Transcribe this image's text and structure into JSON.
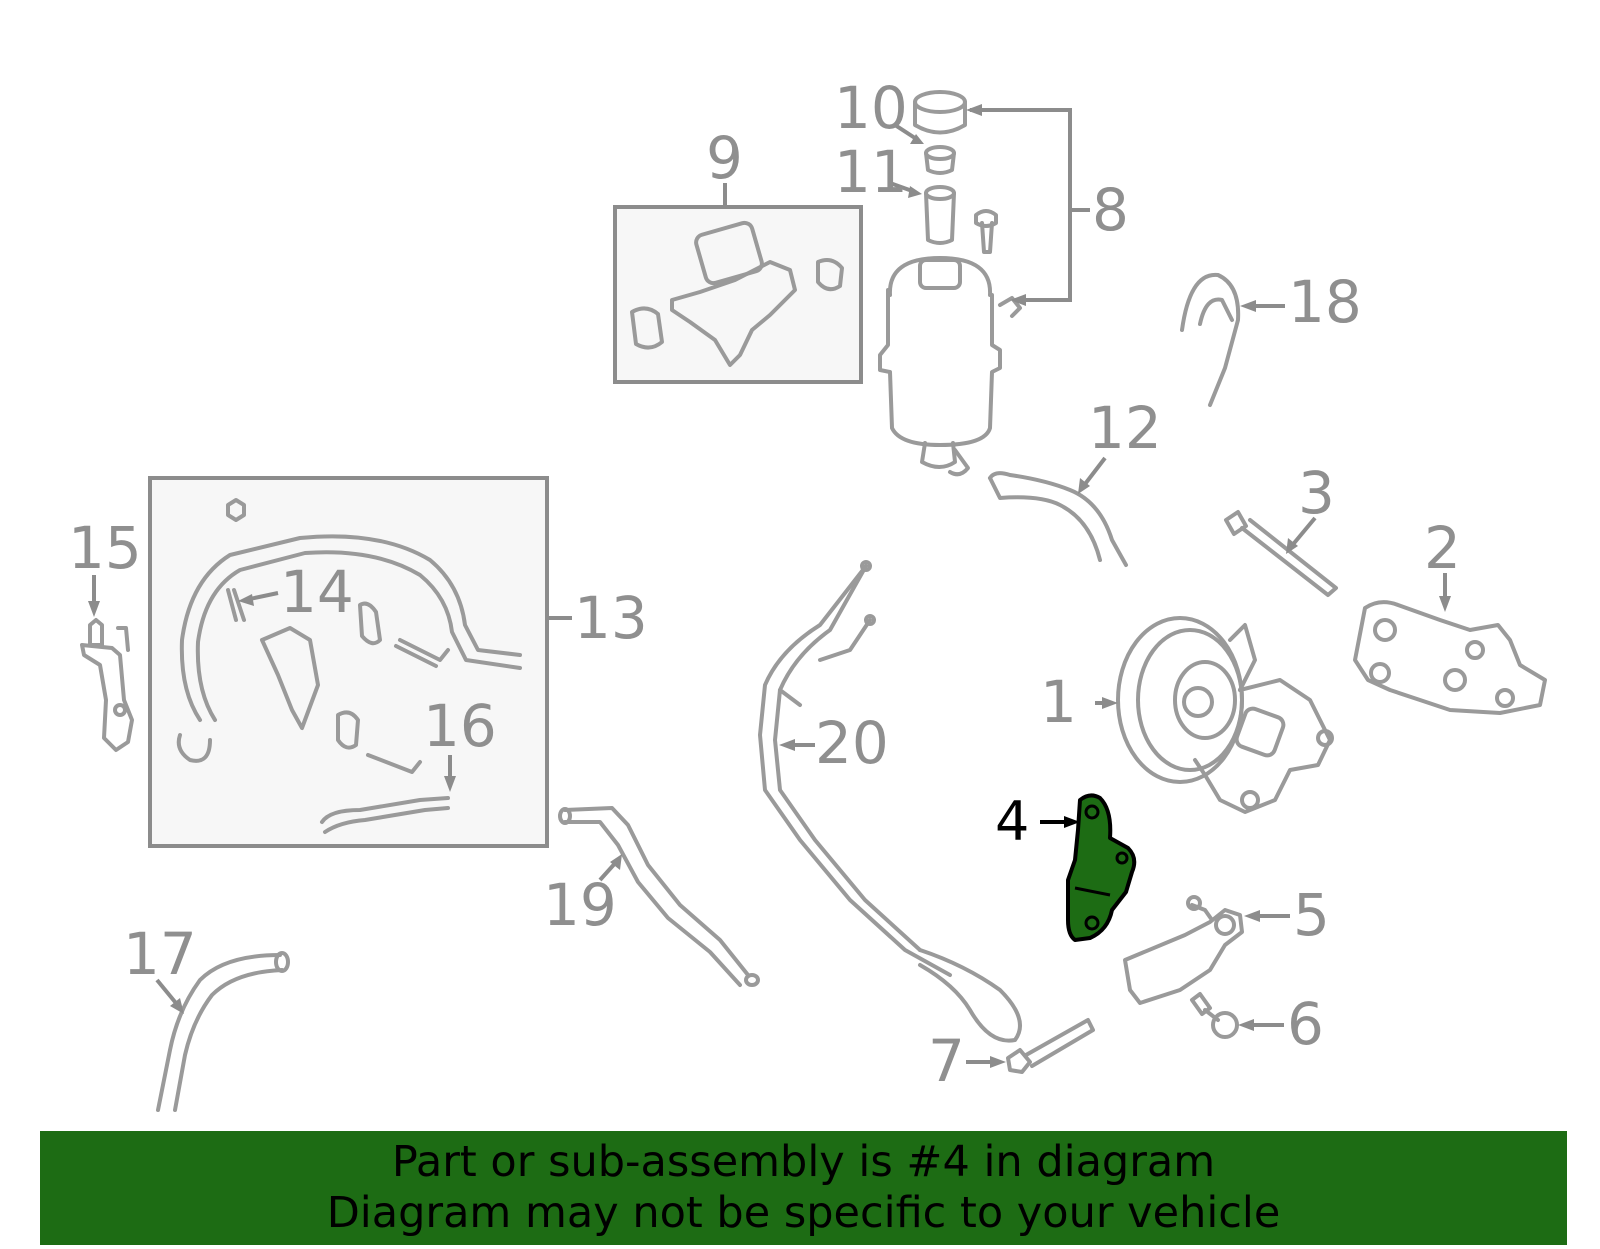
{
  "diagram": {
    "highlight_color": "#1d6c14",
    "line_color": "#9a9a9a",
    "selected_part": "4",
    "callouts": {
      "c1": "1",
      "c2": "2",
      "c3": "3",
      "c4": "4",
      "c5": "5",
      "c6": "6",
      "c7": "7",
      "c8": "8",
      "c9": "9",
      "c10": "10",
      "c11": "11",
      "c12": "12",
      "c13": "13",
      "c14": "14",
      "c15": "15",
      "c16": "16",
      "c17": "17",
      "c18": "18",
      "c19": "19",
      "c20": "20"
    }
  },
  "banner": {
    "line1": "Part or sub-assembly is #4 in diagram",
    "line2": "Diagram may not be specific to your vehicle",
    "background": "#1d6c14"
  }
}
